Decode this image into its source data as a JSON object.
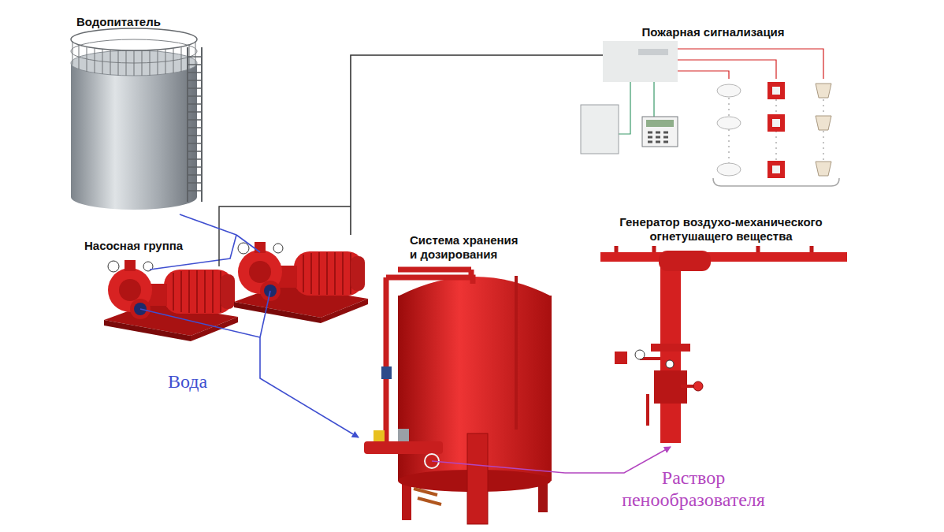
{
  "diagram": {
    "nodes": [
      {
        "text": [
          "Водопитатель"
        ]
      },
      {
        "text": [
          "Пожарная сигнализация"
        ]
      },
      {
        "text": [
          "Насосная группа"
        ]
      },
      {
        "text": [
          "Система хранения и дозирования"
        ]
      },
      {
        "text": [
          "Генератор воздухо-механического огнетушащего вещества"
        ]
      }
    ],
    "edges": [
      {
        "from": 0,
        "to": 2,
        "arrow": "none"
      },
      {
        "from": 2,
        "to": 3,
        "arrow": "to",
        "label": "Вода"
      },
      {
        "from": 3,
        "to": 4,
        "arrow": "to",
        "label": "Раствор пенообразователя"
      },
      {
        "from": 1,
        "to": 2,
        "arrow": "none"
      }
    ]
  }
}
